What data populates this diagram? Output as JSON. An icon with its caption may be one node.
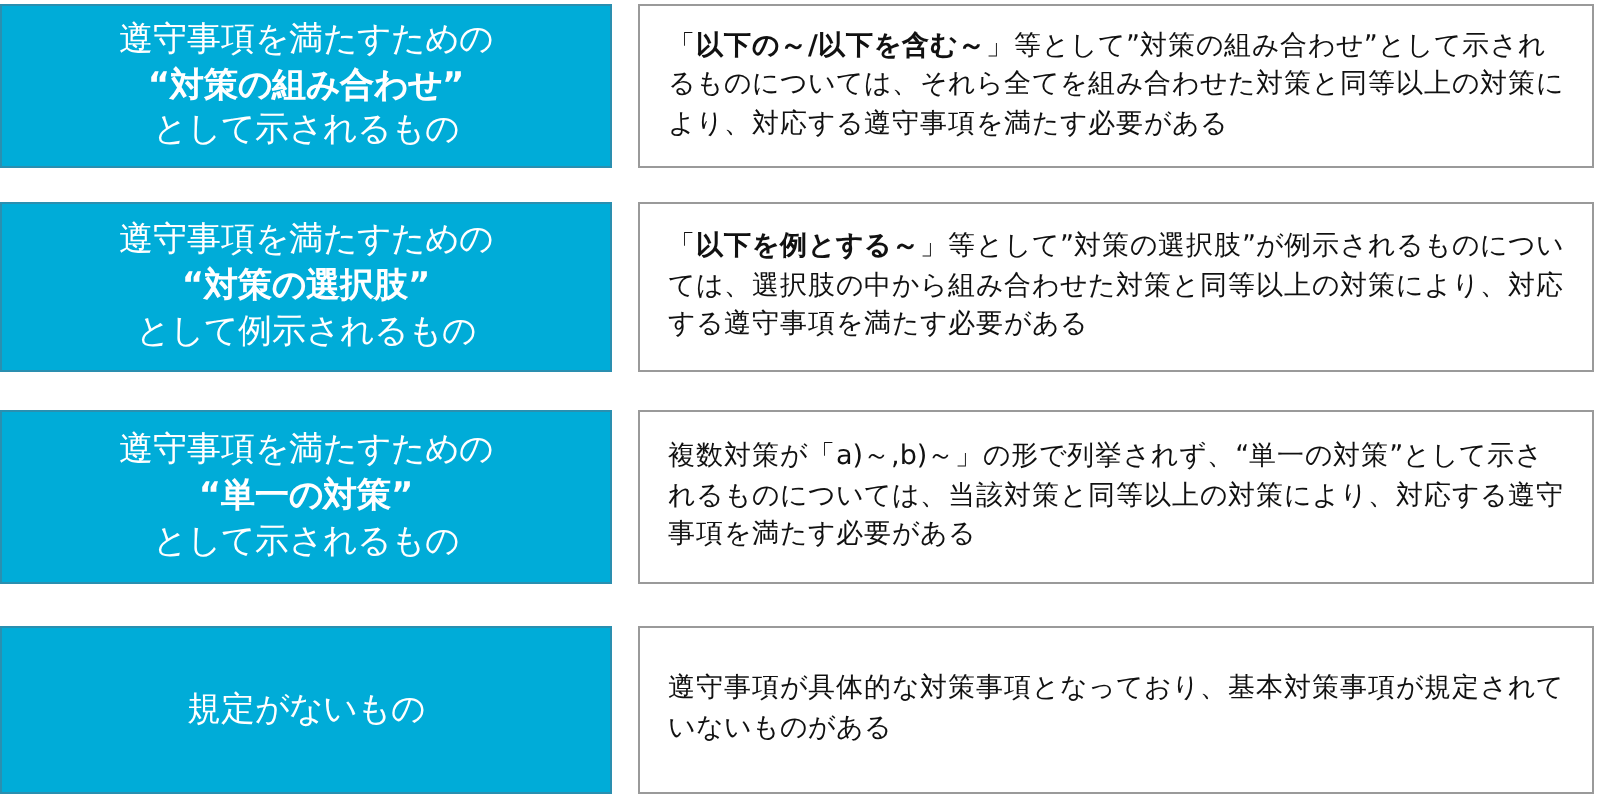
{
  "diagram": {
    "nodes": [
      {
        "text": [
          "遵守事項を満たすための**“対策の組み合わせ”**として示されるもの"
        ]
      },
      {
        "text": [
          "「**以下の～/以下を含む～**」等として”対策の組み合わせ”として示されるものについては、それら全てを組み合わせた対策と同等以上の対策により、対応する遵守事項を満たす必要がある"
        ]
      },
      {
        "text": [
          "遵守事項を満たすための**“対策の選択肢”**として例示されるもの"
        ]
      },
      {
        "text": [
          "「**以下を例とする～**」等として”対策の選択肢”が例示されるものについては、選択肢の中から組み合わせた対策と同等以上の対策により、対応する遵守事項を満たす必要がある"
        ]
      },
      {
        "text": [
          "遵守事項を満たすための**“単一の対策”**として示されるもの"
        ]
      },
      {
        "text": [
          "複数対策が「a)～,b)～」の形で列挙されず、“単一の対策”として示されるものについては、当該対策と同等以上の対策により、対応する遵守事項を満たす必要がある"
        ]
      },
      {
        "text": [
          "規定がないもの"
        ]
      },
      {
        "text": [
          "遵守事項が具体的な対策事項となっており、基本対策事項が規定されていないものがある"
        ]
      }
    ]
  }
}
